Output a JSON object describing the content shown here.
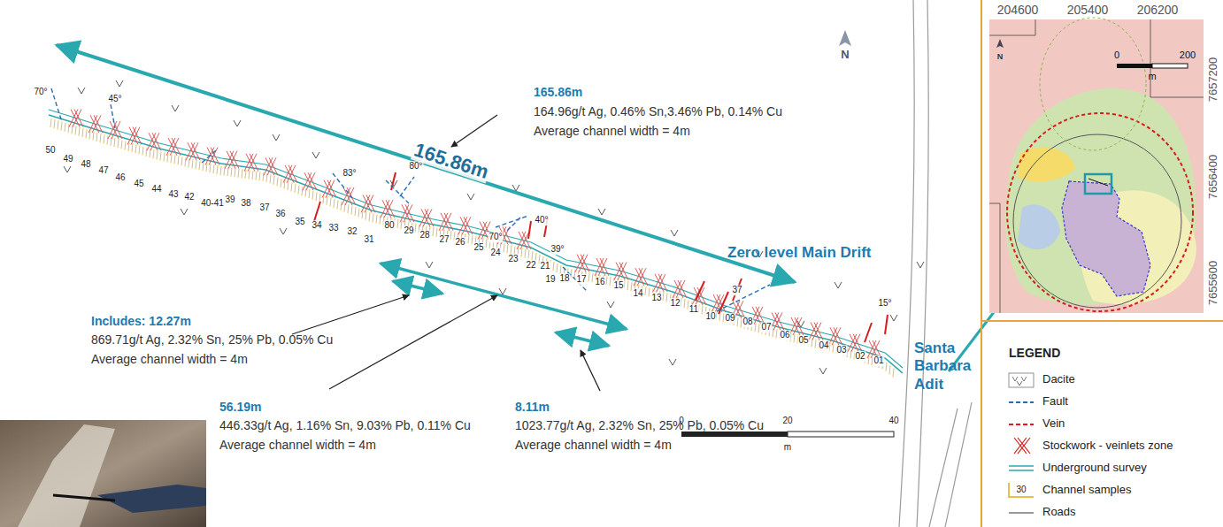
{
  "diagram": {
    "labels": [
      "50",
      "49",
      "48",
      "47",
      "46",
      "45",
      "44",
      "43",
      "42",
      "40-41",
      "39",
      "38",
      "37",
      "36",
      "35",
      "34",
      "33",
      "32",
      "31",
      "80",
      "29",
      "28",
      "27",
      "26",
      "25",
      "24",
      "23",
      "22",
      "21",
      "19",
      "18",
      "17",
      "16",
      "15",
      "14",
      "13",
      "12",
      "11",
      "10",
      "09",
      "08",
      "07",
      "06",
      "05",
      "04",
      "03",
      "02",
      "01",
      "70°",
      "45°",
      "83°",
      "80°",
      "40°",
      "70°",
      "39°",
      "37",
      "15°",
      "165.86m",
      "164.96g/t Ag, 0.46% Sn,3.46% Pb, 0.14% Cu",
      "Average channel width = 4m",
      "165.86m",
      "Zero level Main Drift",
      "Includes: 12.27m",
      "869.71g/t Ag, 2.32% Sn, 25% Pb, 0.05% Cu",
      "Average channel width = 4m",
      "56.19m",
      "446.33g/t Ag, 1.16% Sn, 9.03% Pb, 0.11% Cu",
      "Average channel width = 4m",
      "8.11m",
      "1023.77g/t Ag, 2.32% Sn, 25% Pb, 0.05% Cu",
      "Average channel width = 4m",
      "Santa Barbara Adit",
      "0",
      "20",
      "40",
      "m",
      "N",
      "204600",
      "205400",
      "206200",
      "7657200",
      "7656400",
      "7655600",
      "0",
      "200",
      "m",
      "N",
      "LEGEND",
      "30"
    ],
    "legend": [
      {
        "text": "Dacite"
      },
      {
        "text": "Fault"
      },
      {
        "text": "Vein"
      },
      {
        "text": "Stockwork - veinlets zone"
      },
      {
        "text": "Underground survey"
      },
      {
        "text": "Channel samples"
      },
      {
        "text": "Roads"
      }
    ]
  }
}
